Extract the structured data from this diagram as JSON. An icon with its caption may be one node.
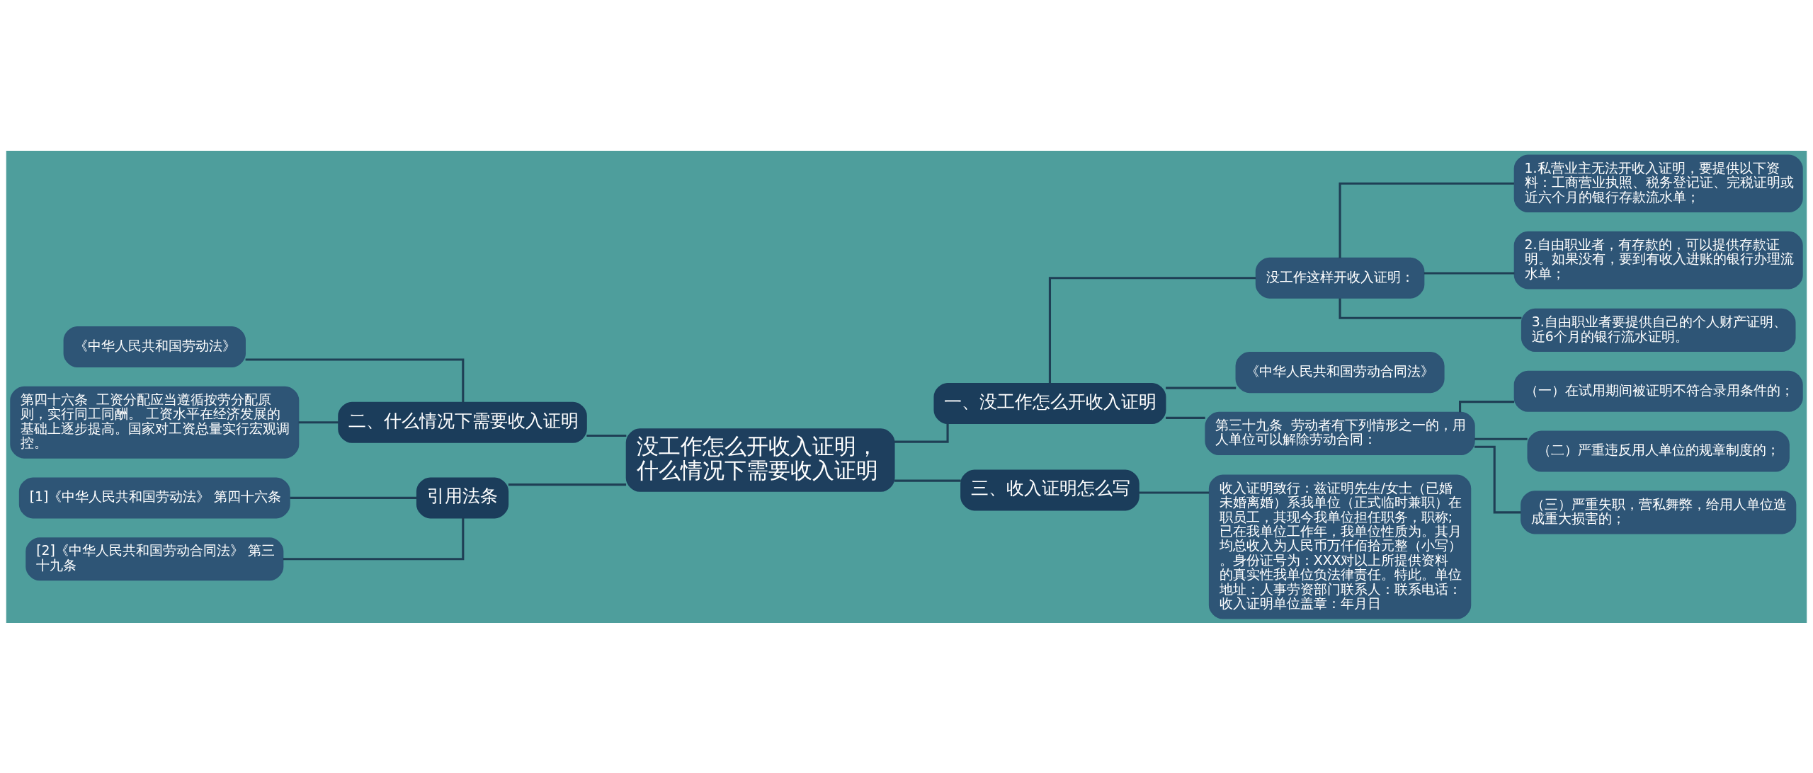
{
  "diagram": {
    "nodes": [
      {
        "text": [
          "没工作怎么开收入证明，什么情况下需要收入证明"
        ]
      },
      {
        "text": [
          "一、没工作怎么开收入证明"
        ]
      },
      {
        "text": [
          "没工作这样开收入证明："
        ]
      },
      {
        "text": [
          "1.私营业主无法开收入证明，要提供以下资料：工商营业执照、税务登记证、完税证明或近六个月的银行存款流水单；"
        ]
      },
      {
        "text": [
          "2.自由职业者，有存款的，可以提供存款证明。如果没有，要到有收入进账的银行办理流水单；"
        ]
      },
      {
        "text": [
          "3.自由职业者要提供自己的个人财产证明、近6个月的银行流水证明。"
        ]
      },
      {
        "text": [
          "《中华人民共和国劳动合同法》"
        ]
      },
      {
        "text": [
          "第三十九条  劳动者有下列情形之一的，用人单位可以解除劳动合同："
        ]
      },
      {
        "text": [
          "（一）在试用期间被证明不符合录用条件的；"
        ]
      },
      {
        "text": [
          "（二）严重违反用人单位的规章制度的；"
        ]
      },
      {
        "text": [
          "（三）严重失职，营私舞弊，给用人单位造成重大损害的；"
        ]
      },
      {
        "text": [
          "三、收入证明怎么写"
        ]
      },
      {
        "text": [
          "收入证明致行：兹证明先生/女士（已婚未婚离婚）系我单位（正式临时兼职）在职员工，其现今我单位担任职务，职称;已在我单位工作年，我单位性质为。其月均总收入为人民币万仟佰拾元整（小写）。身份证号为：XXX对以上所提供资料的真实性我单位负法律责任。特此。单位地址：人事劳资部门联系人：联系电话：收入证明单位盖章：年月日"
        ]
      },
      {
        "text": [
          "二、什么情况下需要收入证明"
        ]
      },
      {
        "text": [
          "《中华人民共和国劳动法》"
        ]
      },
      {
        "text": [
          "第四十六条  工资分配应当遵循按劳分配原则，实行同工同酬。 工资水平在经济发展的基础上逐步提高。国家对工资总量实行宏观调控。"
        ]
      },
      {
        "text": [
          "引用法条"
        ]
      },
      {
        "text": [
          "[1]《中华人民共和国劳动法》 第四十六条"
        ]
      },
      {
        "text": [
          "[2]《中华人民共和国劳动合同法》 第三十九条"
        ]
      }
    ],
    "edges": [
      {
        "from": 0,
        "to": 1,
        "arrow": "none"
      },
      {
        "from": 1,
        "to": 2,
        "arrow": "none"
      },
      {
        "from": 2,
        "to": 3,
        "arrow": "none"
      },
      {
        "from": 2,
        "to": 4,
        "arrow": "none"
      },
      {
        "from": 2,
        "to": 5,
        "arrow": "none"
      },
      {
        "from": 1,
        "to": 6,
        "arrow": "none"
      },
      {
        "from": 1,
        "to": 7,
        "arrow": "none"
      },
      {
        "from": 7,
        "to": 8,
        "arrow": "none"
      },
      {
        "from": 7,
        "to": 9,
        "arrow": "none"
      },
      {
        "from": 7,
        "to": 10,
        "arrow": "none"
      },
      {
        "from": 0,
        "to": 11,
        "arrow": "none"
      },
      {
        "from": 11,
        "to": 12,
        "arrow": "none"
      },
      {
        "from": 0,
        "to": 13,
        "arrow": "none"
      },
      {
        "from": 13,
        "to": 14,
        "arrow": "none"
      },
      {
        "from": 13,
        "to": 15,
        "arrow": "none"
      },
      {
        "from": 0,
        "to": 16,
        "arrow": "none"
      },
      {
        "from": 16,
        "to": 17,
        "arrow": "none"
      },
      {
        "from": 16,
        "to": 18,
        "arrow": "none"
      }
    ]
  }
}
